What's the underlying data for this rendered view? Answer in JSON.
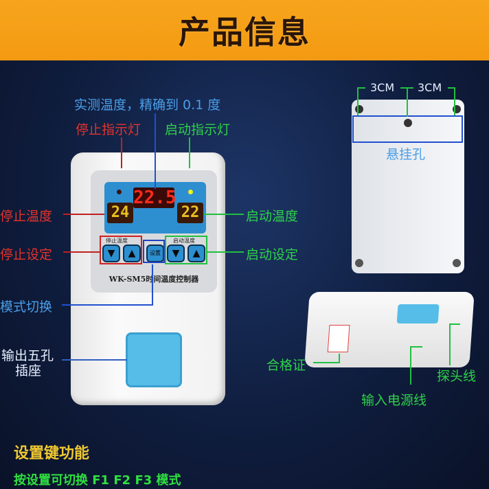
{
  "header": {
    "title": "产品信息"
  },
  "device": {
    "measured_temp": "22.5",
    "stop_temp": "24",
    "start_temp": "22",
    "stop_group_label": "停止温度",
    "start_group_label": "启动温度",
    "set_button": "设置",
    "model": "WK-SM5时间温度控制器",
    "down_icon": "▼",
    "up_icon": "▲"
  },
  "labels": {
    "measured": "实测温度，精确到 0.1 度",
    "stop_light": "停止指示灯",
    "start_light": "启动指示灯",
    "stop_temp": "停止温度",
    "start_temp": "启动温度",
    "stop_set": "停止设定",
    "start_set": "启动设定",
    "mode_switch": "模式切换",
    "outlet_line1": "输出五孔",
    "outlet_line2": "插座",
    "spacing_left": "3CM",
    "spacing_right": "3CM",
    "hang_holes": "悬挂孔",
    "certificate": "合格证",
    "probe": "探头线",
    "power": "输入电源线"
  },
  "notes": {
    "title": "设置键功能",
    "text": "按设置可切换 F1 F2 F3 模式"
  },
  "colors": {
    "header": "#f7a51c",
    "red": "#e8322a",
    "blue": "#4a9ee8",
    "green": "#2fd14a"
  }
}
